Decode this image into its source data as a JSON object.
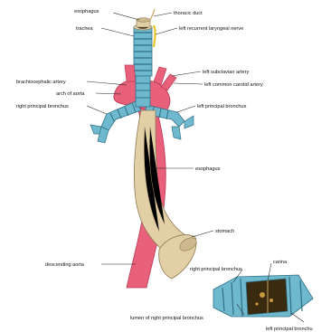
{
  "labels": {
    "esophagus_top": "esophagus",
    "thoracic_duct": "thoracic duct",
    "trachea": "trachea",
    "left_recurrent_laryngeal_nerve": "left recurrent laryngeal nerve",
    "left_subclavian_artery": "left subclavian artery",
    "brachiocephalic_artery": "brachiocephalic artery",
    "left_common_carotid_artery": "left common carotid artery",
    "arch_of_aorta": "arch of aorta",
    "right_principal_bronchus": "right principal bronchus",
    "left_principal_bronchus": "left principal bronchus",
    "esophagus_mid": "esophagus",
    "stomach": "stomach",
    "descending_aorta": "descending aorta",
    "carina": "carina",
    "right_principal_bronchus_inset": "right principal bronchus",
    "lumen_right_principal_bronchus": "lumen of right principal bronchus",
    "left_principal_bronchus_inset": "left principal bronchu"
  },
  "colors": {
    "aorta": "#e8607a",
    "aorta_dark": "#b83a55",
    "esophagus": "#e2cfa6",
    "esophagus_dark": "#8f7b55",
    "trachea": "#6fb9cf",
    "trachea_dark": "#2f6f85",
    "nerve": "#e6c52a",
    "lumen": "#3a2a10"
  }
}
